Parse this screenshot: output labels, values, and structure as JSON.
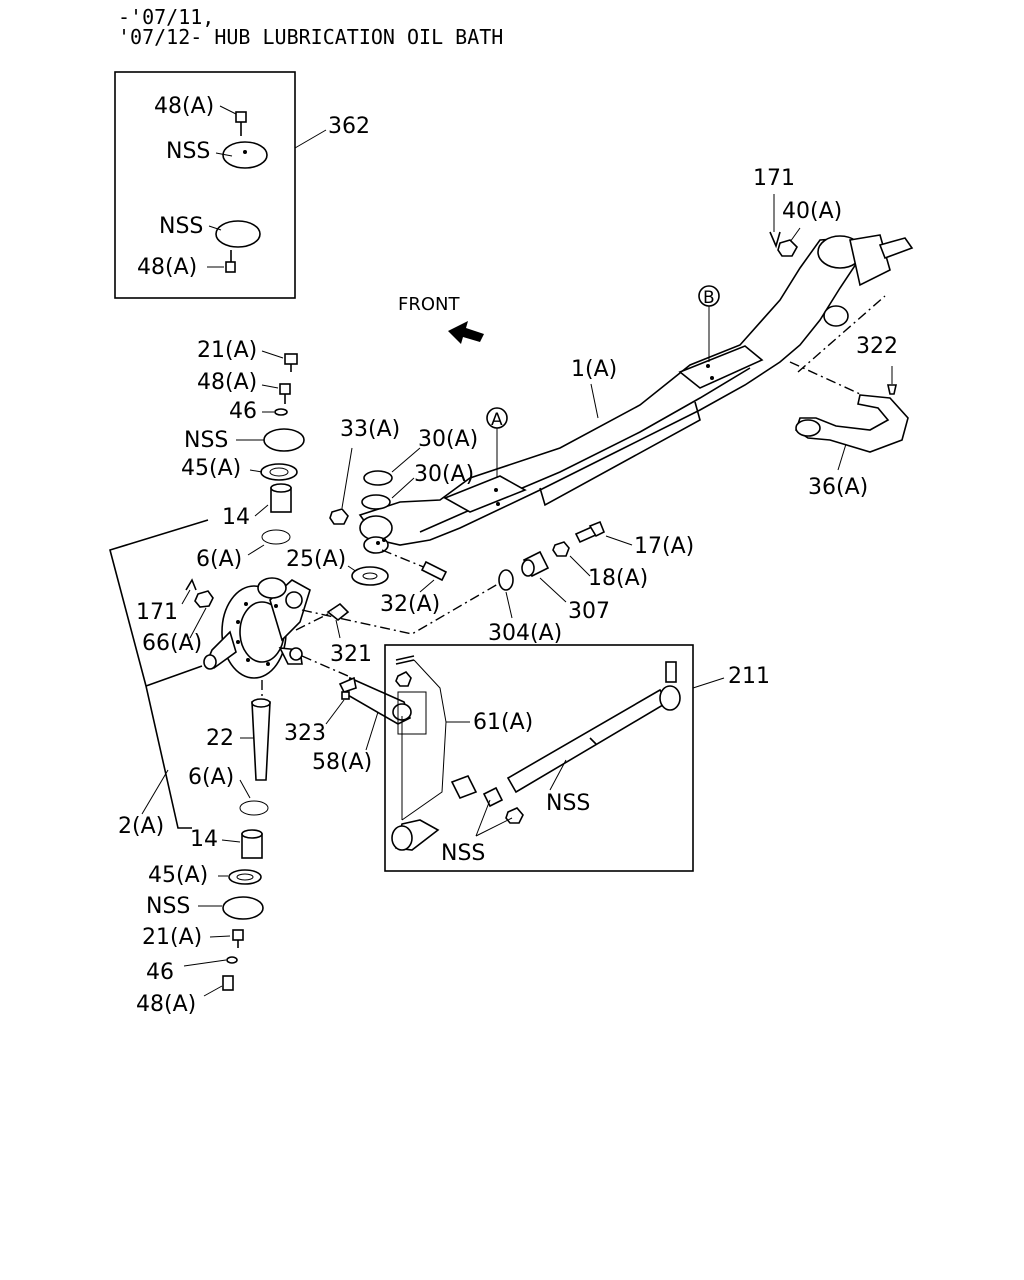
{
  "header": {
    "line1": "-'07/11,",
    "line2": "'07/12- HUB LUBRICATION OIL BATH"
  },
  "direction_label": "FRONT",
  "circle_markers": [
    "A",
    "B"
  ],
  "inset_top": {
    "callout": "362",
    "labels": [
      "48(A)",
      "NSS",
      "NSS",
      "48(A)"
    ]
  },
  "inset_tierod": {
    "callout": "211",
    "labels": [
      "61(A)",
      "NSS",
      "NSS"
    ]
  },
  "callouts": {
    "axle_beam": "1(A)",
    "pin_171_right": "171",
    "nut_40": "40(A)",
    "arm_322": "322",
    "arm_36": "36(A)",
    "washer_21_top": "21(A)",
    "bolt_48_top": "48(A)",
    "washer_46_top": "46",
    "cap_nss_top": "NSS",
    "shim_45_top": "45(A)",
    "bush_14_top": "14",
    "oring_6_top": "6(A)",
    "pin_171_left": "171",
    "nut_66": "66(A)",
    "knuckle_2": "2(A)",
    "kingpin_22": "22",
    "oring_6_bottom": "6(A)",
    "bush_14_bottom": "14",
    "shim_45_bottom": "45(A)",
    "cap_nss_bottom": "NSS",
    "washer_21_bottom": "21(A)",
    "washer_46_bottom": "46",
    "bolt_48_bottom": "48(A)",
    "nut_33": "33(A)",
    "washer_30_a": "30(A)",
    "washer_30_b": "30(A)",
    "bearing_25": "25(A)",
    "pin_32": "32(A)",
    "bolt_17": "17(A)",
    "nut_18": "18(A)",
    "bush_307": "307",
    "washer_304": "304(A)",
    "arm_321": "321",
    "fitting_323": "323",
    "arm_58": "58(A)"
  }
}
